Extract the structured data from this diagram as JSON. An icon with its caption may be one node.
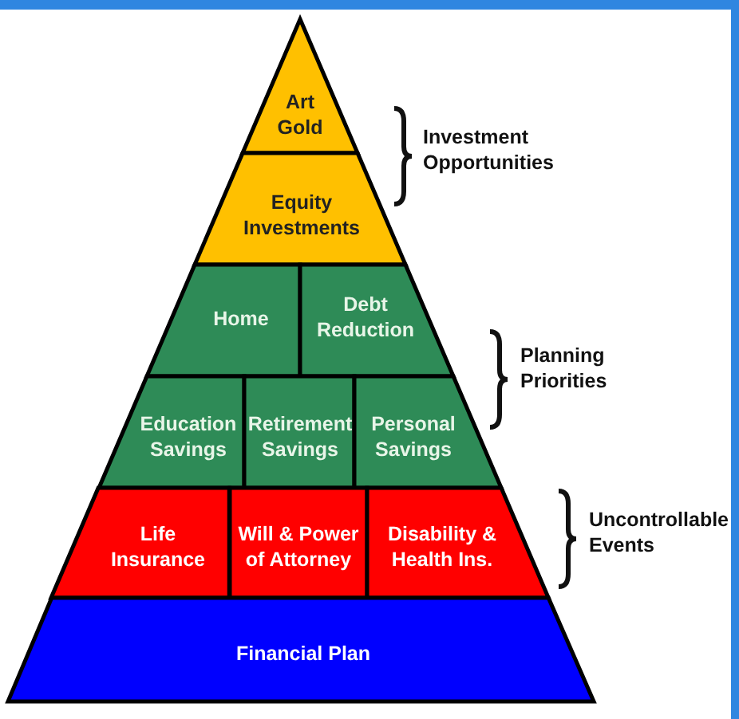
{
  "diagram": {
    "nodes": [
      {
        "text": [
          "Art Gold"
        ]
      },
      {
        "text": [
          "Equity Investments"
        ]
      },
      {
        "text": [
          "Home"
        ]
      },
      {
        "text": [
          "Debt Reduction"
        ]
      },
      {
        "text": [
          "Education Savings"
        ]
      },
      {
        "text": [
          "Retirement Savings"
        ]
      },
      {
        "text": [
          "Personal Savings"
        ]
      },
      {
        "text": [
          "Life Insurance"
        ]
      },
      {
        "text": [
          "Will & Power of Attorney"
        ]
      },
      {
        "text": [
          "Disability & Health Ins."
        ]
      },
      {
        "text": [
          "Financial Plan"
        ]
      }
    ],
    "labels": [
      "Investment Opportunities",
      "Planning Priorities",
      "Uncontrollable Events"
    ]
  }
}
